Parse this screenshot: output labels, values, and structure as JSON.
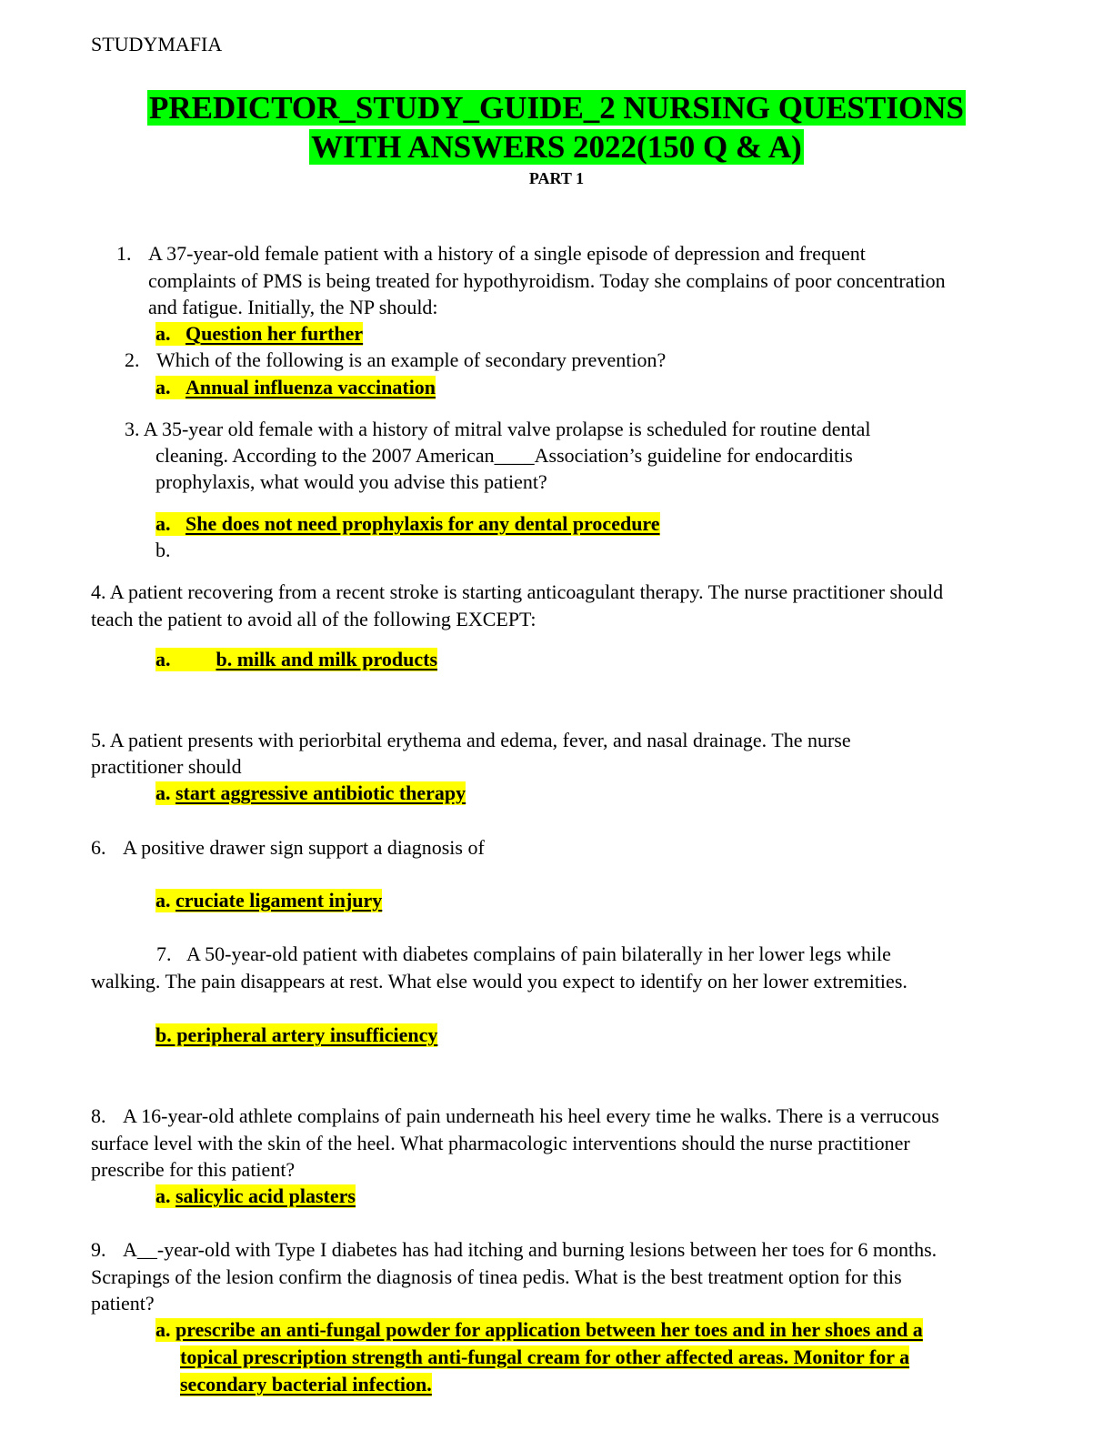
{
  "header": "STUDYMAFIA",
  "title": {
    "line1": "PREDICTOR_STUDY_GUIDE_2 NURSING QUESTIONS",
    "line2": "WITH ANSWERS 2022(150 Q & A)",
    "part": "PART 1",
    "highlight_color": "#00ff00"
  },
  "answer_highlight_color": "#ffff00",
  "q1": {
    "num": "1.",
    "lines": [
      "A 37-year-old female patient with a history of a single episode of depression and frequent",
      "complaints of PMS is being treated for hypothyroidism. Today she complains of poor concentration",
      "and fatigue. Initially, the NP should:"
    ],
    "label": "a.",
    "answer": "Question her further"
  },
  "q2": {
    "num": "2.",
    "lines": [
      "Which of the following is an example of secondary prevention?"
    ],
    "label": "a.",
    "answer": "Annual influenza vaccination"
  },
  "q3": {
    "lines": [
      "3. A 35-year old female with a history of mitral valve prolapse is scheduled for routine dental",
      "cleaning. According to the 2007 American____Association’s guideline for endocarditis",
      "prophylaxis, what would you advise this patient?"
    ],
    "label": "a.",
    "answer": "She does not need prophylaxis for any dental procedure",
    "label_b": "b."
  },
  "q4": {
    "lines": [
      "4. A patient recovering from a recent stroke is starting anticoagulant therapy. The nurse practitioner should",
      "teach the patient to avoid all of the following EXCEPT:"
    ],
    "label": "a.",
    "answer": "b. milk and milk products"
  },
  "q5": {
    "lines": [
      "5. A patient presents with periorbital erythema and edema, fever, and nasal drainage. The nurse",
      "practitioner should"
    ],
    "label": "a.",
    "answer": "start aggressive antibiotic therapy"
  },
  "q6": {
    "num": "6.",
    "lines": [
      "A positive drawer sign support a diagnosis of"
    ],
    "label": "a.",
    "answer": "cruciate ligament injury"
  },
  "q7": {
    "num": "7.",
    "lines": [
      "A 50-year-old patient with diabetes complains of pain bilaterally in her lower legs while",
      "walking. The pain disappears at rest. What else would you expect to identify on her lower extremities."
    ],
    "answer": "b. peripheral artery insufficiency"
  },
  "q8": {
    "num": "8.",
    "lines": [
      "A 16-year-old athlete complains of pain underneath his heel every time he walks. There is a verrucous",
      "surface level with the skin of the heel. What pharmacologic interventions should the nurse practitioner",
      "prescribe for this patient?"
    ],
    "label": "a.",
    "answer": "salicylic acid plasters"
  },
  "q9": {
    "num": "9.",
    "lines": [
      "A__-year-old with Type I diabetes has had itching and burning lesions between her toes for 6 months.",
      "Scrapings of the lesion confirm the diagnosis of tinea pedis. What is the best treatment option for this",
      "patient?"
    ],
    "label": "a.",
    "answer_lines": [
      "prescribe an anti-fungal powder for application between her toes and in her shoes and a",
      "topical prescription strength anti-fungal cream for other affected areas. Monitor for a",
      "secondary bacterial infection."
    ]
  }
}
